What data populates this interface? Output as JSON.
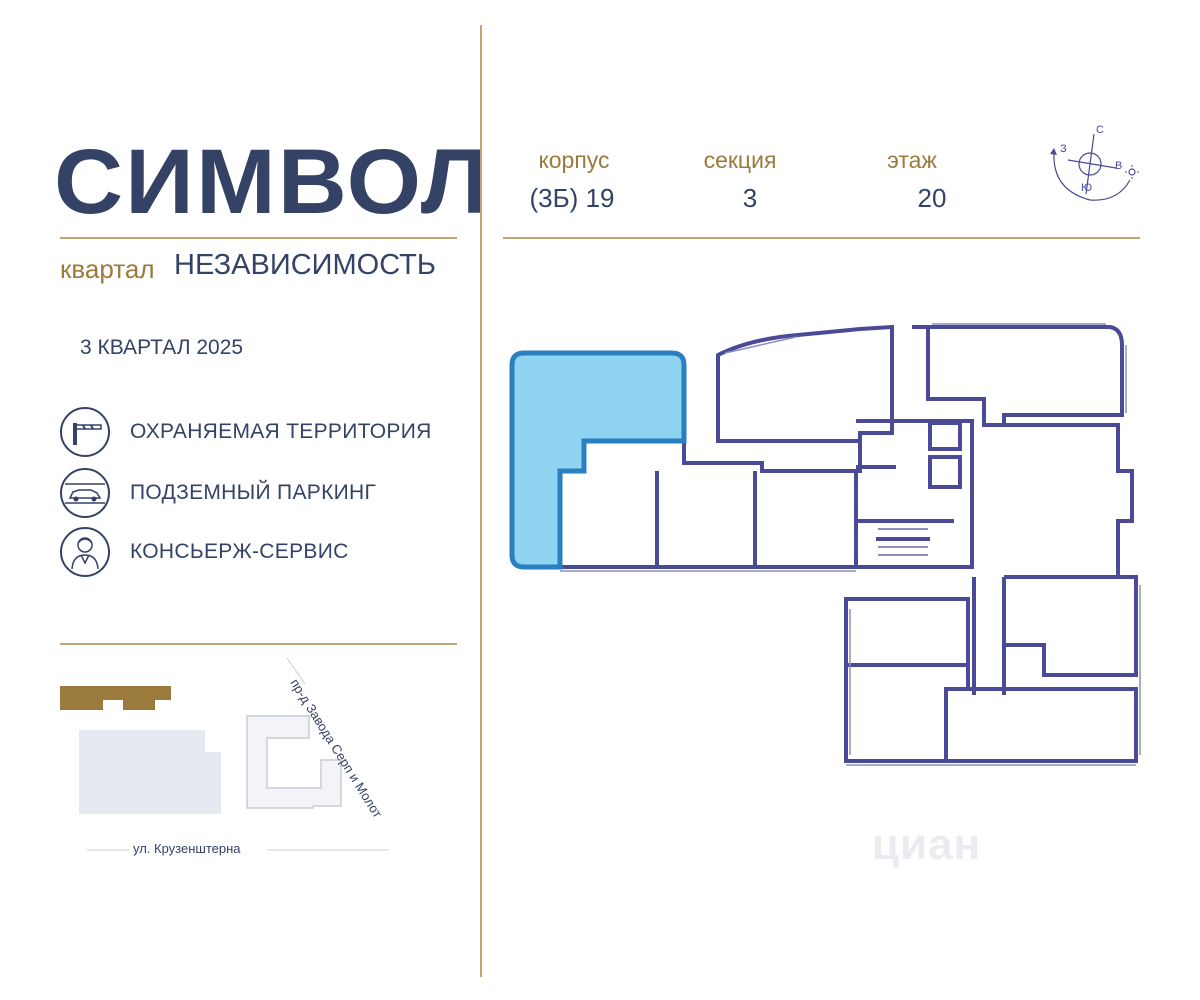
{
  "brand": {
    "logo": "СИМВОЛ",
    "kvartal_word": "квартал",
    "kvartal_name": "НЕЗАВИСИМОСТЬ"
  },
  "completion": "3 КВАРТАЛ 2025",
  "features": [
    {
      "icon": "barrier-gate-icon",
      "label": "ОХРАНЯЕМАЯ ТЕРРИТОРИЯ"
    },
    {
      "icon": "car-parking-icon",
      "label": "ПОДЗЕМНЫЙ ПАРКИНГ"
    },
    {
      "icon": "concierge-icon",
      "label": "КОНСЬЕРЖ-СЕРВИС"
    }
  ],
  "header": {
    "korpus_label": "корпус",
    "korpus_value": "(3Б) 19",
    "section_label": "секция",
    "section_value": "3",
    "floor_label": "этаж",
    "floor_value": "20"
  },
  "compass": {
    "n": "С",
    "e": "В",
    "s": "Ю",
    "w": "З"
  },
  "site_map": {
    "street_bottom": "ул. Крузенштерна",
    "street_diagonal": "пр-д Завода Серп и Молот"
  },
  "watermark": "циан",
  "colors": {
    "navy": "#344266",
    "gold": "#c2a477",
    "wall": "#4b4a96",
    "highlight": "#8ed3ef",
    "highlight_border": "#2a7fc1"
  }
}
